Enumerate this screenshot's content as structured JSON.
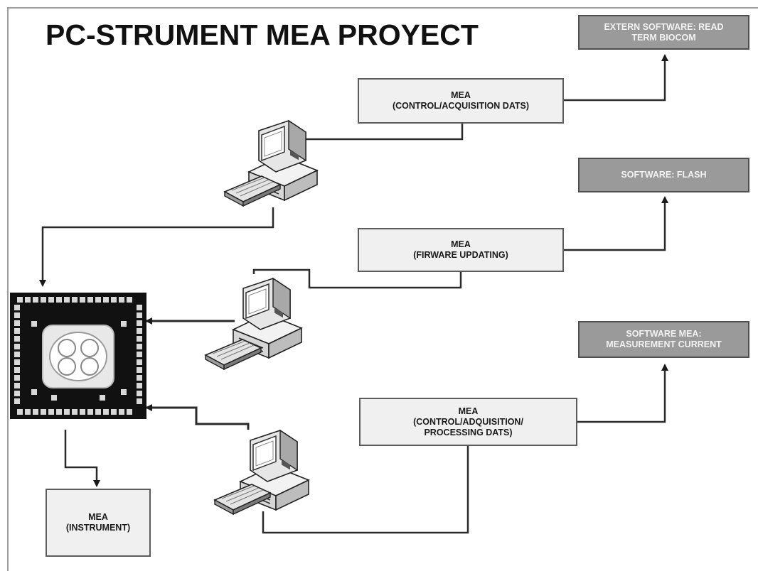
{
  "title": "PC-STRUMENT MEA PROYECT",
  "boxes": {
    "mea_control": {
      "line1": "MEA",
      "line2": "(CONTROL/ACQUISITION DATS)"
    },
    "mea_firmware": {
      "line1": "MEA",
      "line2": "(FIRWARE UPDATING)"
    },
    "mea_processing": {
      "line1": "MEA",
      "line2": "(CONTROL/ADQUISITION/",
      "line3": "PROCESSING DATS)"
    },
    "mea_instrument": {
      "line1": "MEA",
      "line2": "(INSTRUMENT)"
    },
    "extern_software": {
      "line1": "EXTERN SOFTWARE: READ",
      "line2": "TERM BIOCOM"
    },
    "software_flash": {
      "line1": "SOFTWARE: FLASH"
    },
    "software_mea": {
      "line1": "SOFTWARE MEA:",
      "line2": "MEASUREMENT CURRENT"
    }
  },
  "icons": [
    "computer-icon",
    "keyboard-icon",
    "mea-chip-icon"
  ],
  "colors": {
    "line": "#2a2a2a",
    "box_fill": "#f0f0f0",
    "software_fill": "#9a9a9a",
    "shadow": "#c9c9c9",
    "chip": "#111111"
  }
}
